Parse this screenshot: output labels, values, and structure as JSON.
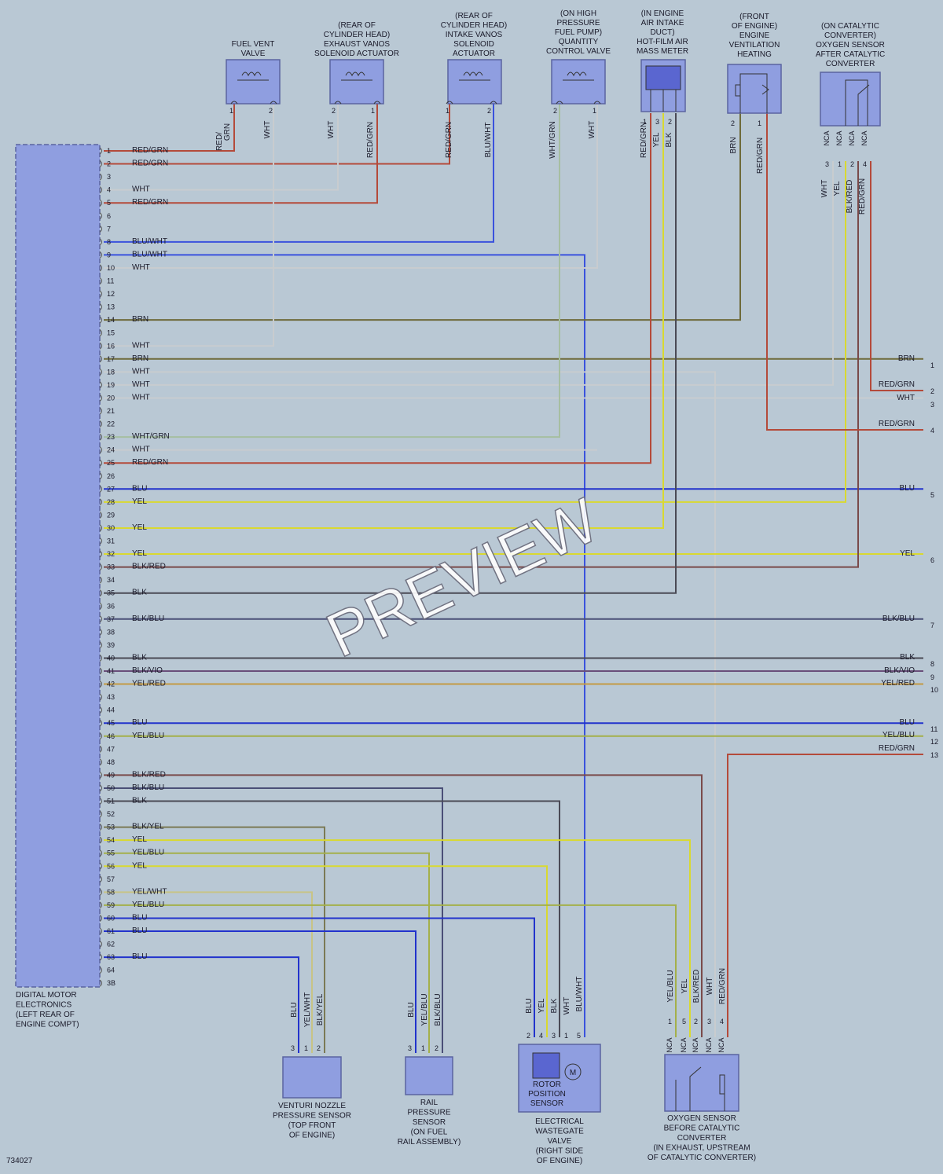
{
  "ecm": {
    "caption": [
      "DIGITAL MOTOR",
      "ELECTRONICS",
      "(LEFT REAR OF",
      "ENGINE COMPT)"
    ],
    "pins": [
      "1",
      "2",
      "3",
      "4",
      "5",
      "6",
      "7",
      "8",
      "9",
      "10",
      "11",
      "12",
      "13",
      "14",
      "15",
      "16",
      "17",
      "18",
      "19",
      "20",
      "21",
      "22",
      "23",
      "24",
      "25",
      "26",
      "27",
      "28",
      "29",
      "30",
      "31",
      "32",
      "33",
      "34",
      "35",
      "36",
      "37",
      "38",
      "39",
      "40",
      "41",
      "42",
      "43",
      "44",
      "45",
      "46",
      "47",
      "48",
      "49",
      "50",
      "51",
      "52",
      "53",
      "54",
      "55",
      "56",
      "57",
      "58",
      "59",
      "60",
      "61",
      "62",
      "63",
      "64",
      "3B"
    ],
    "wire_labels": {
      "1": "RED/GRN",
      "2": "RED/GRN",
      "4": "WHT",
      "5": "RED/GRN",
      "8": "BLU/WHT",
      "9": "BLU/WHT",
      "10": "WHT",
      "14": "BRN",
      "16": "WHT",
      "17": "BRN",
      "18": "WHT",
      "19": "WHT",
      "20": "WHT",
      "23": "WHT/GRN",
      "24": "WHT",
      "25": "RED/GRN",
      "27": "BLU",
      "28": "YEL",
      "30": "YEL",
      "32": "YEL",
      "33": "BLK/RED",
      "35": "BLK",
      "37": "BLK/BLU",
      "40": "BLK",
      "41": "BLK/VIO",
      "42": "YEL/RED",
      "45": "BLU",
      "46": "YEL/BLU",
      "49": "BLK/RED",
      "50": "BLK/BLU",
      "51": "BLK",
      "53": "BLK/YEL",
      "54": "YEL",
      "55": "YEL/BLU",
      "56": "YEL",
      "58": "YEL/WHT",
      "59": "YEL/BLU",
      "60": "BLU",
      "61": "BLU",
      "63": "BLU"
    }
  },
  "top_components": [
    {
      "id": "fvv",
      "lines": [
        "FUEL VENT",
        "VALVE"
      ],
      "pins": [
        "1",
        "2"
      ],
      "wires": [
        "RED/ GRN",
        "WHT"
      ]
    },
    {
      "id": "evs",
      "lines": [
        "(REAR OF",
        "CYLINDER HEAD)",
        "EXHAUST VANOS",
        "SOLENOID ACTUATOR"
      ],
      "pins": [
        "2",
        "1"
      ],
      "wires": [
        "WHT",
        "RED/GRN"
      ]
    },
    {
      "id": "ivs",
      "lines": [
        "(REAR OF",
        "CYLINDER HEAD)",
        "INTAKE VANOS",
        "SOLENOID",
        "ACTUATOR"
      ],
      "pins": [
        "1",
        "2"
      ],
      "wires": [
        "RED/GRN",
        "BLU/WHT"
      ]
    },
    {
      "id": "qcv",
      "lines": [
        "(ON HIGH",
        "PRESSURE",
        "FUEL PUMP)",
        "QUANTITY",
        "CONTROL VALVE"
      ],
      "pins": [
        "2",
        "1"
      ],
      "wires": [
        "WHT/GRN",
        "WHT"
      ]
    },
    {
      "id": "maf",
      "lines": [
        "(IN ENGINE",
        "AIR INTAKE",
        "DUCT)",
        "HOT-FILM AIR",
        "MASS METER"
      ],
      "pins": [
        "1",
        "3",
        "2"
      ],
      "wires": [
        "RED/GRN",
        "YEL",
        "BLK"
      ]
    },
    {
      "id": "evh",
      "lines": [
        "(FRONT",
        "OF ENGINE)",
        "ENGINE",
        "VENTILATION",
        "HEATING"
      ],
      "pins": [
        "2",
        "1"
      ],
      "wires": [
        "BRN",
        "RED/GRN"
      ]
    },
    {
      "id": "o2a",
      "lines": [
        "(ON CATALYTIC",
        "CONVERTER)",
        "OXYGEN SENSOR",
        "AFTER CATALYTIC",
        "CONVERTER"
      ],
      "pins": [
        "3",
        "1",
        "2",
        "4"
      ],
      "nca": [
        "NCA",
        "NCA",
        "NCA",
        "NCA"
      ],
      "wires": [
        "WHT",
        "YEL",
        "BLK/RED",
        "RED/GRN"
      ]
    }
  ],
  "bottom_components": [
    {
      "id": "vnp",
      "lines": [
        "VENTURI NOZZLE",
        "PRESSURE SENSOR",
        "(TOP FRONT",
        "OF ENGINE)"
      ],
      "pins": [
        "3",
        "1",
        "2"
      ],
      "wires": [
        "BLU",
        "YEL/WHT",
        "BLK/YEL"
      ]
    },
    {
      "id": "rps",
      "lines": [
        "RAIL",
        "PRESSURE",
        "SENSOR",
        "(ON FUEL",
        "RAIL ASSEMBLY)"
      ],
      "pins": [
        "3",
        "1",
        "2"
      ],
      "wires": [
        "BLU",
        "YEL/BLU",
        "BLK/BLU"
      ]
    },
    {
      "id": "ewv",
      "lines": [
        "ELECTRICAL",
        "WASTEGATE",
        "VALVE",
        "(RIGHT SIDE",
        "OF ENGINE)"
      ],
      "inner": [
        "ROTOR",
        "POSITION",
        "SENSOR"
      ],
      "motor": "M",
      "pins": [
        "2",
        "4",
        "3",
        "1",
        "5"
      ],
      "wires": [
        "BLU",
        "YEL",
        "BLK",
        "WHT",
        "BLU/WHT"
      ]
    },
    {
      "id": "o2b",
      "lines": [
        "OXYGEN SENSOR",
        "BEFORE CATALYTIC",
        "CONVERTER",
        "(IN EXHAUST, UPSTREAM",
        "OF CATALYTIC CONVERTER)"
      ],
      "pins": [
        "1",
        "5",
        "2",
        "3",
        "4"
      ],
      "nca": [
        "NCA",
        "NCA",
        "NCA",
        "NCA",
        "NCA"
      ],
      "wires": [
        "YEL/BLU",
        "YEL",
        "BLK/RED",
        "WHT",
        "RED/GRN"
      ]
    }
  ],
  "right_connector": [
    {
      "num": "1",
      "label": "BRN"
    },
    {
      "num": "2",
      "label": "RED/GRN"
    },
    {
      "num": "3",
      "label": "WHT"
    },
    {
      "num": "4",
      "label": "RED/GRN"
    },
    {
      "num": "5",
      "label": "BLU"
    },
    {
      "num": "6",
      "label": "YEL"
    },
    {
      "num": "7",
      "label": "BLK/BLU"
    },
    {
      "num": "8",
      "label": "BLK"
    },
    {
      "num": "9",
      "label": "BLK/VIO"
    },
    {
      "num": "10",
      "label": "YEL/RED"
    },
    {
      "num": "11",
      "label": "BLU"
    },
    {
      "num": "12",
      "label": "YEL/BLU"
    },
    {
      "num": "13",
      "label": "RED/GRN"
    }
  ],
  "watermark": "PREVIEW",
  "figure_number": "734027",
  "colors": {
    "background": "#b9c8d4",
    "component_fill": "#8f9ee0",
    "RED": "#b44a3a",
    "WHT": "#c8cccf",
    "BRN": "#6e6a3a",
    "BLU": "#2233cc",
    "YEL": "#d9d930",
    "BLK": "#4a4a55",
    "BLK_BLU": "#4a4f77",
    "BLK_RED": "#7a4a4a",
    "BLK_VIO": "#6a4f7a",
    "YEL_RED": "#c49a44",
    "YEL_BLU": "#a4b04a",
    "YEL_WHT": "#c8c486",
    "BLK_YEL": "#7b7a55",
    "WHT_GRN": "#a6bea0",
    "BLU_WHT": "#3a52dd"
  }
}
